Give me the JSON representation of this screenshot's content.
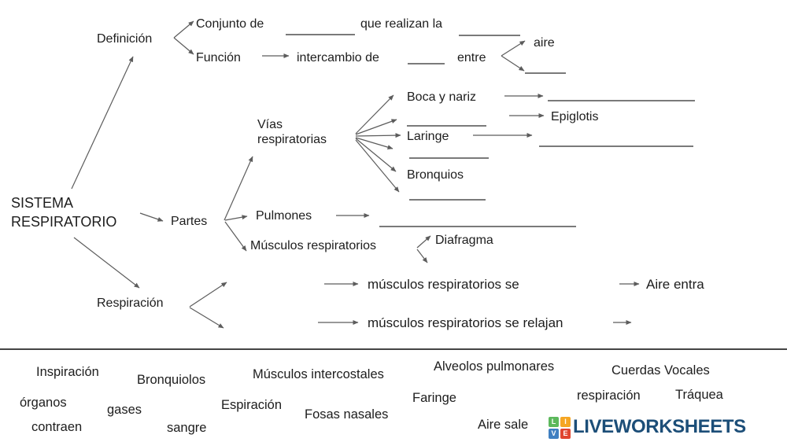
{
  "diagram": {
    "root": "SISTEMA RESPIRATORIO",
    "definicion": {
      "label": "Definición",
      "conjunto": "Conjunto de",
      "que_realizan": "que realizan la",
      "funcion": "Función",
      "intercambio": "intercambio de",
      "entre": "entre",
      "aire": "aire"
    },
    "partes": {
      "label": "Partes",
      "vias": "Vías respiratorias",
      "boca_nariz": "Boca y nariz",
      "epiglotis": "Epiglotis",
      "laringe": "Laringe",
      "bronquios": "Bronquios",
      "pulmones": "Pulmones",
      "musculos": "Músculos respiratorios",
      "diafragma": "Diafragma"
    },
    "respiracion": {
      "label": "Respiración",
      "fila1": "músculos respiratorios se",
      "fila1_resultado": "Aire entra",
      "fila2": "músculos respiratorios se relajan"
    }
  },
  "word_bank": {
    "items": [
      "Inspiración",
      "Bronquiolos",
      "Músculos intercostales",
      "Alveolos pulmonares",
      "Cuerdas Vocales",
      "órganos",
      "gases",
      "Espiración",
      "Fosas nasales",
      "Faringe",
      "respiración",
      "Tráquea",
      "contraen",
      "sangre",
      "Aire sale"
    ]
  },
  "logo": {
    "brand": "LIVEWORKSHEETS",
    "brand_color": "#1c4e78",
    "squares": [
      {
        "letter": "L",
        "color": "#5cb85c"
      },
      {
        "letter": "I",
        "color": "#f5a623"
      },
      {
        "letter": "V",
        "color": "#3f7fc1"
      },
      {
        "letter": "E",
        "color": "#e0452f"
      }
    ]
  }
}
